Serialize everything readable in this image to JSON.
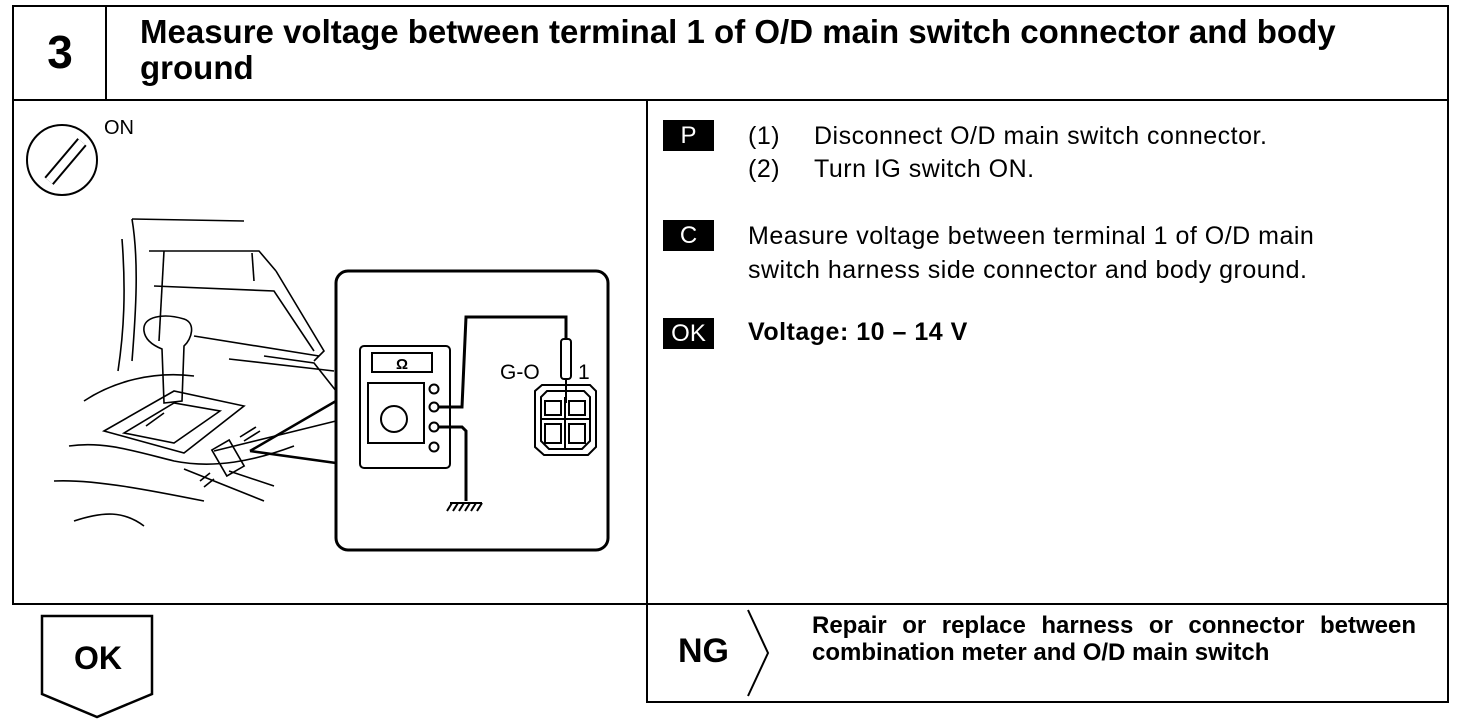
{
  "step": {
    "number": "3",
    "title": "Measure voltage between terminal 1 of O/D main switch connector and body ground"
  },
  "illustration": {
    "ignition_label": "ON",
    "meter_symbol": "Ω",
    "wire_color_label": "G-O",
    "terminal_label": "1"
  },
  "procedure": {
    "prepare_badge": "P",
    "prepare_steps": [
      {
        "num": "(1)",
        "text": "Disconnect O/D main switch connector."
      },
      {
        "num": "(2)",
        "text": "Turn IG switch ON."
      }
    ],
    "check_badge": "C",
    "check_lines": [
      "Measure voltage between terminal 1 of O/D main",
      "switch harness side connector and body ground."
    ],
    "ok_badge": "OK",
    "ok_spec": "Voltage: 10 – 14 V"
  },
  "ng": {
    "label": "NG",
    "text": "Repair or replace harness or connector between combination meter and O/D main switch"
  },
  "ok_next": {
    "label": "OK"
  }
}
